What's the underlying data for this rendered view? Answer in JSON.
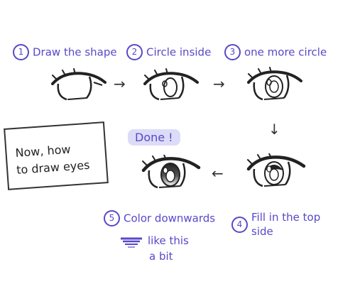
{
  "steps": [
    {
      "number": "1",
      "label": "Draw the shape"
    },
    {
      "number": "2",
      "label": "Circle inside"
    },
    {
      "number": "3",
      "label": "one more circle"
    },
    {
      "number": "4",
      "label": "Fill in the top side"
    },
    {
      "number": "5",
      "label": "Color downwards"
    }
  ],
  "step5_note": [
    "like this",
    "a bit"
  ],
  "done_label": "Done !",
  "note_box": [
    "Now, how",
    "to draw eyes"
  ],
  "arrows": {
    "right": "→",
    "down": "↓",
    "left": "←"
  },
  "colors": {
    "accent": "#5848c8",
    "ink": "#222222",
    "highlight": "#dcdcf8"
  },
  "icons": [
    "eye-sketch-icon",
    "gradient-swatch-icon"
  ]
}
